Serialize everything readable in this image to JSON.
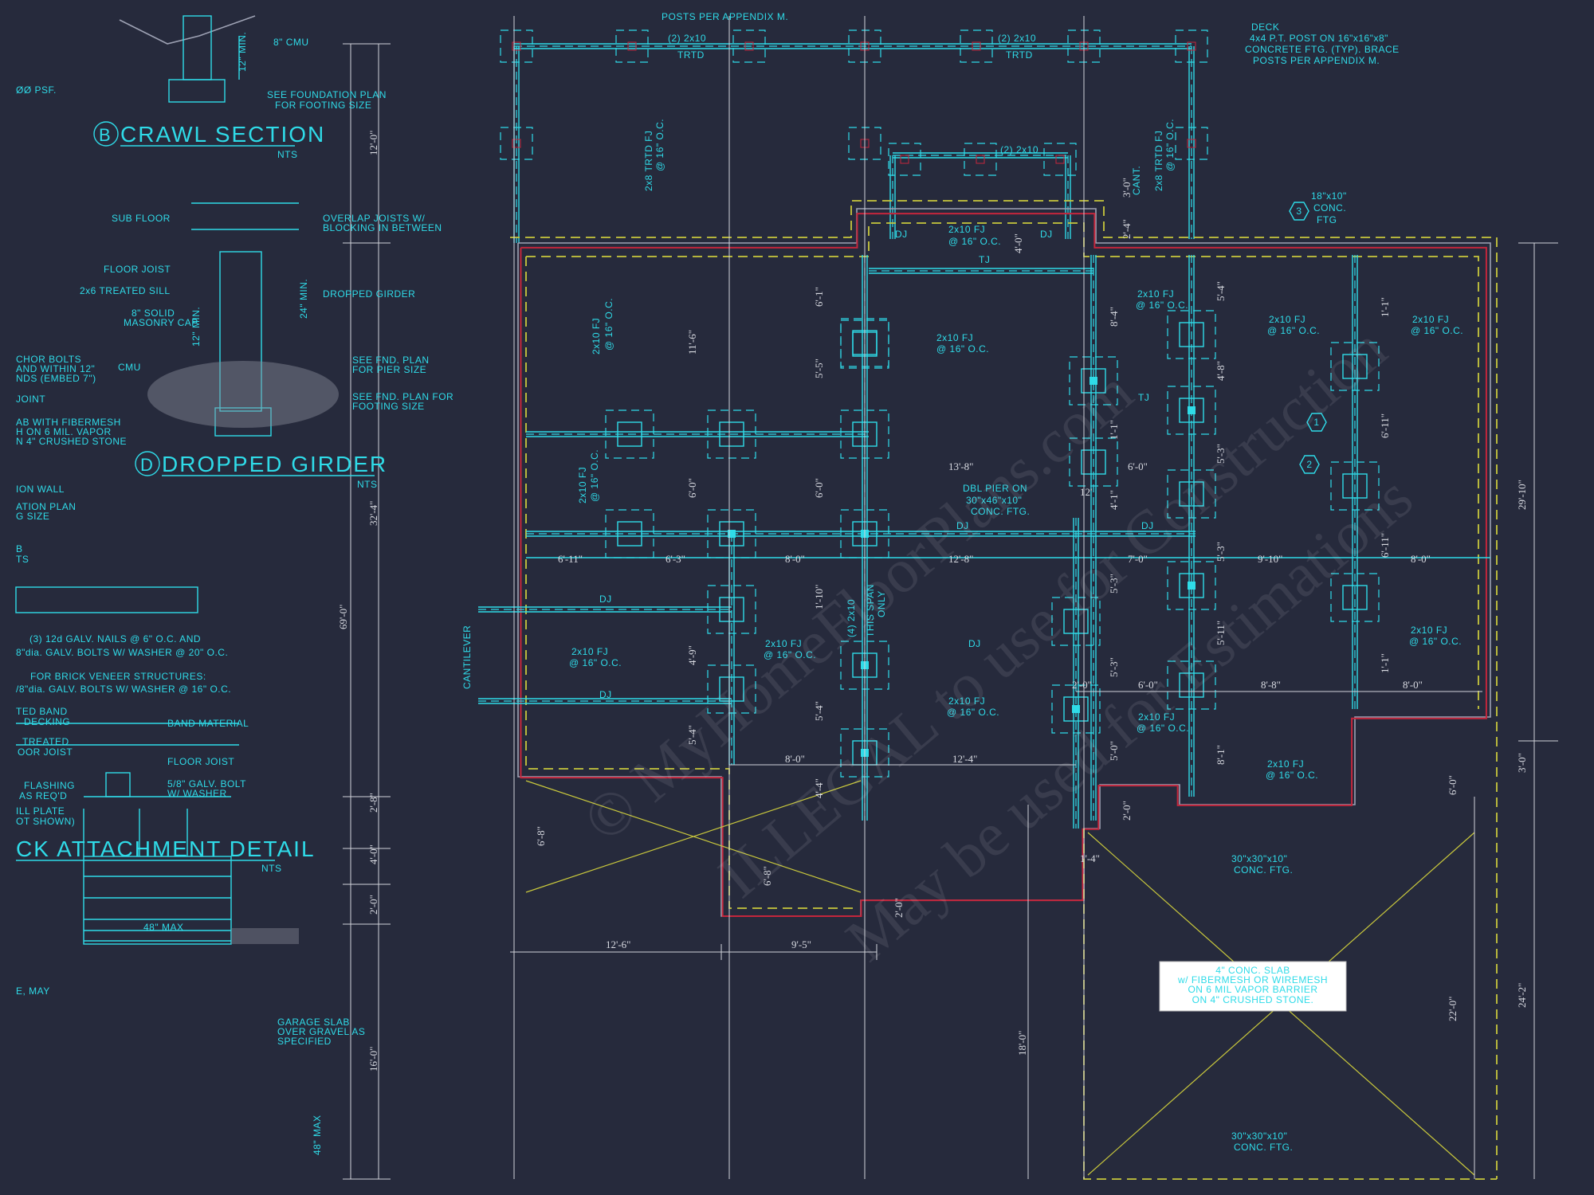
{
  "colors": {
    "background": "#262a3c",
    "linework": "#2fdbe8",
    "foundation_wall": "#c4263c",
    "footing": "#c9c83c",
    "dimensions": "#d9dbe2"
  },
  "crawl_section": {
    "marker": "B",
    "title": "CRAWL SECTION",
    "scale": "NTS",
    "notes": [
      "8\" CMU",
      "12\" MIN.",
      "SEE FOUNDATION PLAN",
      "FOR FOOTING SIZE"
    ]
  },
  "dropped_girder": {
    "marker": "D",
    "title": "DROPPED GIRDER",
    "scale": "NTS",
    "notes": [
      "SUB FLOOR",
      "OVERLAP JOISTS W/",
      "BLOCKING IN BETWEEN",
      "FLOOR JOIST",
      "2x6 TREATED SILL",
      "DROPPED GIRDER",
      "8\" SOLID",
      "MASONRY CAP",
      "24\" MIN.",
      "12\" MIN.",
      "CMU",
      "SEE FND. PLAN",
      "FOR PIER SIZE",
      "SEE FND. PLAN FOR",
      "FOOTING SIZE"
    ]
  },
  "left_notes": [
    "ØØ PSF.",
    "CHOR BOLTS",
    "AND WITHIN 12\"",
    "NDS (EMBED 7\")",
    "JOINT",
    "AB WITH FIBERMESH",
    "H ON 6 MIL. VAPOR",
    "N 4\" CRUSHED STONE",
    "ION WALL",
    "ATION PLAN",
    "G SIZE",
    "B",
    "TS"
  ],
  "deck_attachment": {
    "title": "CK ATTACHMENT DETAIL",
    "scale": "NTS",
    "notes": [
      "(3) 12d GALV. NAILS @ 6\" O.C. AND",
      "8\"dia. GALV. BOLTS W/ WASHER @ 20\" O.C.",
      "FOR BRICK VENEER STRUCTURES:",
      "/8\"dia. GALV. BOLTS W/ WASHER @ 16\" O.C.",
      "TED BAND",
      "DECKING",
      "TREATED",
      "OOR JOIST",
      "FLASHING",
      "AS REQ'D",
      "ILL PLATE",
      "OT SHOWN)",
      "BAND MATERIAL",
      "FLOOR JOIST",
      "5/8\" GALV. BOLT",
      "W/ WASHER"
    ]
  },
  "garage_detail": {
    "notes": [
      "48\" MAX",
      "E, MAY",
      "GARAGE SLAB",
      "OVER GRAVEL AS",
      "SPECIFIED",
      "48\" MAX"
    ]
  },
  "deck": {
    "notes": [
      "POSTS PER APPENDIX M.",
      "(2) 2x10",
      "TRTD",
      "(2) 2x10",
      "TRTD",
      "(2) 2x10",
      "DECK",
      "4x4 P.T. POST ON 16\"x16\"x8\"",
      "CONCRETE FTG. (TYP). BRACE",
      "POSTS PER APPENDIX M.",
      "2x8 TRTD FJ",
      "@ 16\" O.C.",
      "2x8 TRTD FJ",
      "@ 16\" O.C.",
      "CANT."
    ]
  },
  "framing": [
    "DJ",
    "2x10 FJ",
    "@ 16\" O.C.",
    "DJ",
    "TJ",
    "2x10 FJ",
    "@ 16\" O.C.",
    "2x10 FJ",
    "@ 16\" O.C.",
    "2x10 FJ",
    "@ 16\" O.C.",
    "2x10 FJ",
    "@ 16\" O.C.",
    "2x10 FJ",
    "@ 16\" O.C.",
    "TJ",
    "2x10 FJ",
    "@ 16\" O.C.",
    "DJ",
    "DJ",
    "(4) 2x10",
    "THIS SPAN",
    "ONLY",
    "DJ",
    "DJ",
    "DJ",
    "CANTILEVER",
    "2x10 FJ",
    "@ 16\" O.C.",
    "2x10 FJ",
    "@ 16\" O.C.",
    "2x10 FJ",
    "@ 16\" O.C.",
    "2x10 FJ",
    "@ 16\" O.C.",
    "2x10 FJ",
    "@ 16\" O.C.",
    "2x10 FJ",
    "@ 16\" O.C."
  ],
  "footings": {
    "hex_tags": [
      "3",
      "1",
      "2"
    ],
    "notes": [
      "18\"x10\"",
      "CONC.",
      "FTG",
      "DBL PIER ON",
      "30\"x46\"x10\"",
      "CONC. FTG.",
      "30\"x30\"x10\"",
      "CONC. FTG.",
      "30\"x30\"x10\"",
      "CONC. FTG."
    ]
  },
  "slab_note": [
    "4\" CONC. SLAB",
    "w/ FIBERMESH OR WIREMESH",
    "ON 6 MIL VAPOR BARRIER",
    "ON 4\" CRUSHED STONE."
  ],
  "dimensions": [
    "3'-0\"",
    "2'-4\"",
    "4'-0\"",
    "5'-4\"",
    "1'-1\"",
    "11'-6\"",
    "6'-1\"",
    "8'-4\"",
    "4'-8\"",
    "5'-5\"",
    "1'-1\"",
    "5'-3\"",
    "6'-11\"",
    "13'-8\"",
    "6'-0\"",
    "12'",
    "6'-0\"",
    "6'-0\"",
    "4'-1\"",
    "6'-11\"",
    "6'-3\"",
    "8'-0\"",
    "12'-8\"",
    "7'-0\"",
    "9'-10\"",
    "8'-0\"",
    "5'-3\"",
    "6'-11\"",
    "1'-10\"",
    "5'-3\"",
    "5'-11\"",
    "4'-9\"",
    "5'-3\"",
    "1'-1\"",
    "2'-0\"",
    "6'-0\"",
    "8'-8\"",
    "8'-0\"",
    "5'-4\"",
    "5'-4\"",
    "5'-0\"",
    "8'-1\"",
    "8'-0\"",
    "12'-4\"",
    "4'-4\"",
    "6'-8\"",
    "6'-8\"",
    "2'-0\"",
    "1'-4\"",
    "6'-0\"",
    "3'-0\"",
    "2'-0\"",
    "12'-6\"",
    "9'-5\"",
    "18'-0\"",
    "22'-0\"",
    "24'-2\"",
    "29'-10\"",
    "12'-0\"",
    "32'-4\"",
    "69'-0\"",
    "2'-8\"",
    "4'-0\"",
    "2'-0\"",
    "16'-0\""
  ],
  "watermark": [
    "© MyHomeFloorPlans.com",
    "ILLEGAL to use for Construction",
    "May be used for Estimations"
  ]
}
